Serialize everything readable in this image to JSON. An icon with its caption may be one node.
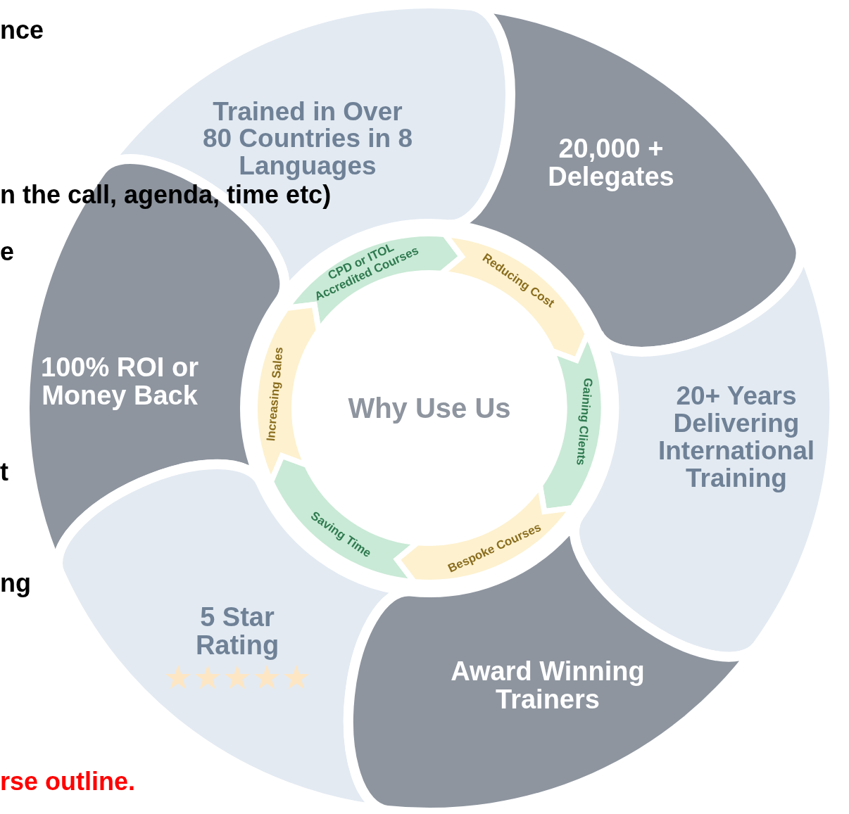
{
  "diagram": {
    "nodes": [
      {
        "text": [
          "Trained in Over 80 Countries in 8 Languages"
        ]
      },
      {
        "text": [
          "20,000 + Delegates"
        ]
      },
      {
        "text": [
          "100% ROI or Money Back"
        ]
      },
      {
        "text": [
          "20+ Years Delivering International Training"
        ]
      },
      {
        "text": [
          "5 Star Rating"
        ]
      },
      {
        "text": [
          "Award Winning Trainers"
        ]
      },
      {
        "text": [
          "Why Use Us"
        ]
      },
      {
        "text": [
          "CPD or ITOL Accredited Courses"
        ]
      },
      {
        "text": [
          "Reducing Cost"
        ]
      },
      {
        "text": [
          "Increasing Sales"
        ]
      },
      {
        "text": [
          "Gaining Clients"
        ]
      },
      {
        "text": [
          "Saving Time"
        ]
      },
      {
        "text": [
          "Bespoke Courses"
        ]
      }
    ],
    "labels": [
      "nce",
      "n the call, agenda, time etc)",
      "e",
      "t",
      "ng",
      "rse outline."
    ]
  }
}
